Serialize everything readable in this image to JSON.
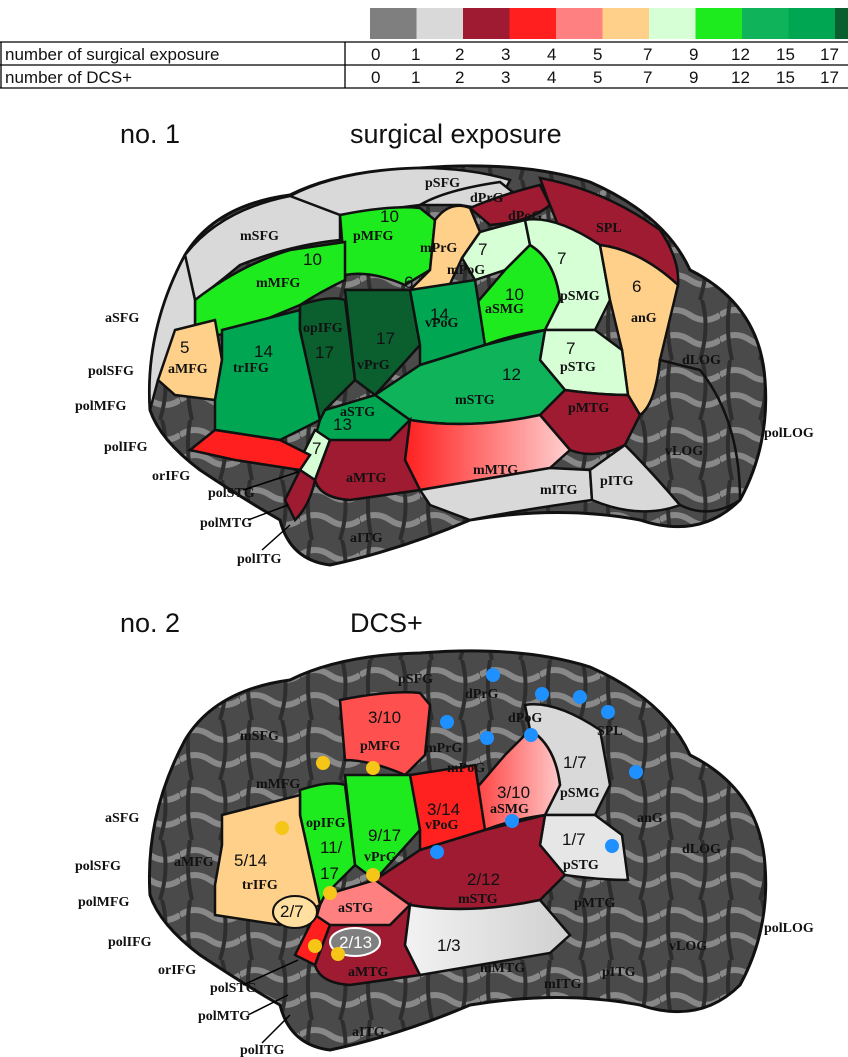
{
  "legend": {
    "row_labels": [
      "number of surgical exposure",
      "number of DCS+"
    ],
    "values": [
      "0",
      "1",
      "2",
      "3",
      "4",
      "5",
      "7",
      "9",
      "12",
      "15",
      "17"
    ],
    "colors": [
      "#7f7f7f",
      "#d9d9d9",
      "#9e1b32",
      "#ff1f1f",
      "#ff8080",
      "#ffd08a",
      "#d6ffd6",
      "#1eeb1e",
      "#0fb35a",
      "#00a651",
      "#0b5e2e"
    ]
  },
  "panel1": {
    "number": "no. 1",
    "title": "surgical exposure",
    "regions": {
      "pSFG": "pSFG",
      "dPrG": "dPrG",
      "dPoG": "dPoG",
      "SPL": "SPL",
      "mSFG": "mSFG",
      "pMFG": "pMFG",
      "mPrG": "mPrG",
      "mPoG": "mPoG",
      "mMFG": "mMFG",
      "aSMG": "aSMG",
      "pSMG": "pSMG",
      "anG": "anG",
      "aSFG": "aSFG",
      "opIFG": "opIFG",
      "vPoG": "vPoG",
      "aMFG": "aMFG",
      "vPrG": "vPrG",
      "trIFG": "trIFG",
      "pSTG": "pSTG",
      "dLOG": "dLOG",
      "polSFG": "polSFG",
      "mSTG": "mSTG",
      "polMFG": "polMFG",
      "aSTG": "aSTG",
      "pMTG": "pMTG",
      "polIFG": "polIFG",
      "polLOG": "polLOG",
      "vLOG": "vLOG",
      "orIFG": "orIFG",
      "mMTG": "mMTG",
      "aMTG": "aMTG",
      "polSTG": "polSTG",
      "pITG": "pITG",
      "mITG": "mITG",
      "polMTG": "polMTG",
      "aITG": "aITG",
      "polITG": "polITG"
    },
    "counts": {
      "pMFG": "10",
      "mMFG": "10",
      "mPoG": "7",
      "aSMG": "10",
      "pSMG": "7",
      "anG": "6",
      "mPrG": "6",
      "aMFG": "5",
      "trIFG": "14",
      "opIFG": "17",
      "vPrG": "17",
      "vPoG": "14",
      "pSTG": "7",
      "mSTG": "12",
      "aSTG": "13",
      "polSTG": "7"
    }
  },
  "panel2": {
    "number": "no. 2",
    "title": "DCS+",
    "counts": {
      "pMFG": "3/10",
      "pSMG": "1/7",
      "aSMG": "3/10",
      "vPoG": "3/14",
      "vPrG": "9/17",
      "opIFG": "11/",
      "opIFG2": "17",
      "trIFG": "5/14",
      "pSTG": "1/7",
      "mSTG": "2/12",
      "polSTG": "2/7",
      "aSTG": "2/13",
      "mMTG": "1/3"
    }
  }
}
